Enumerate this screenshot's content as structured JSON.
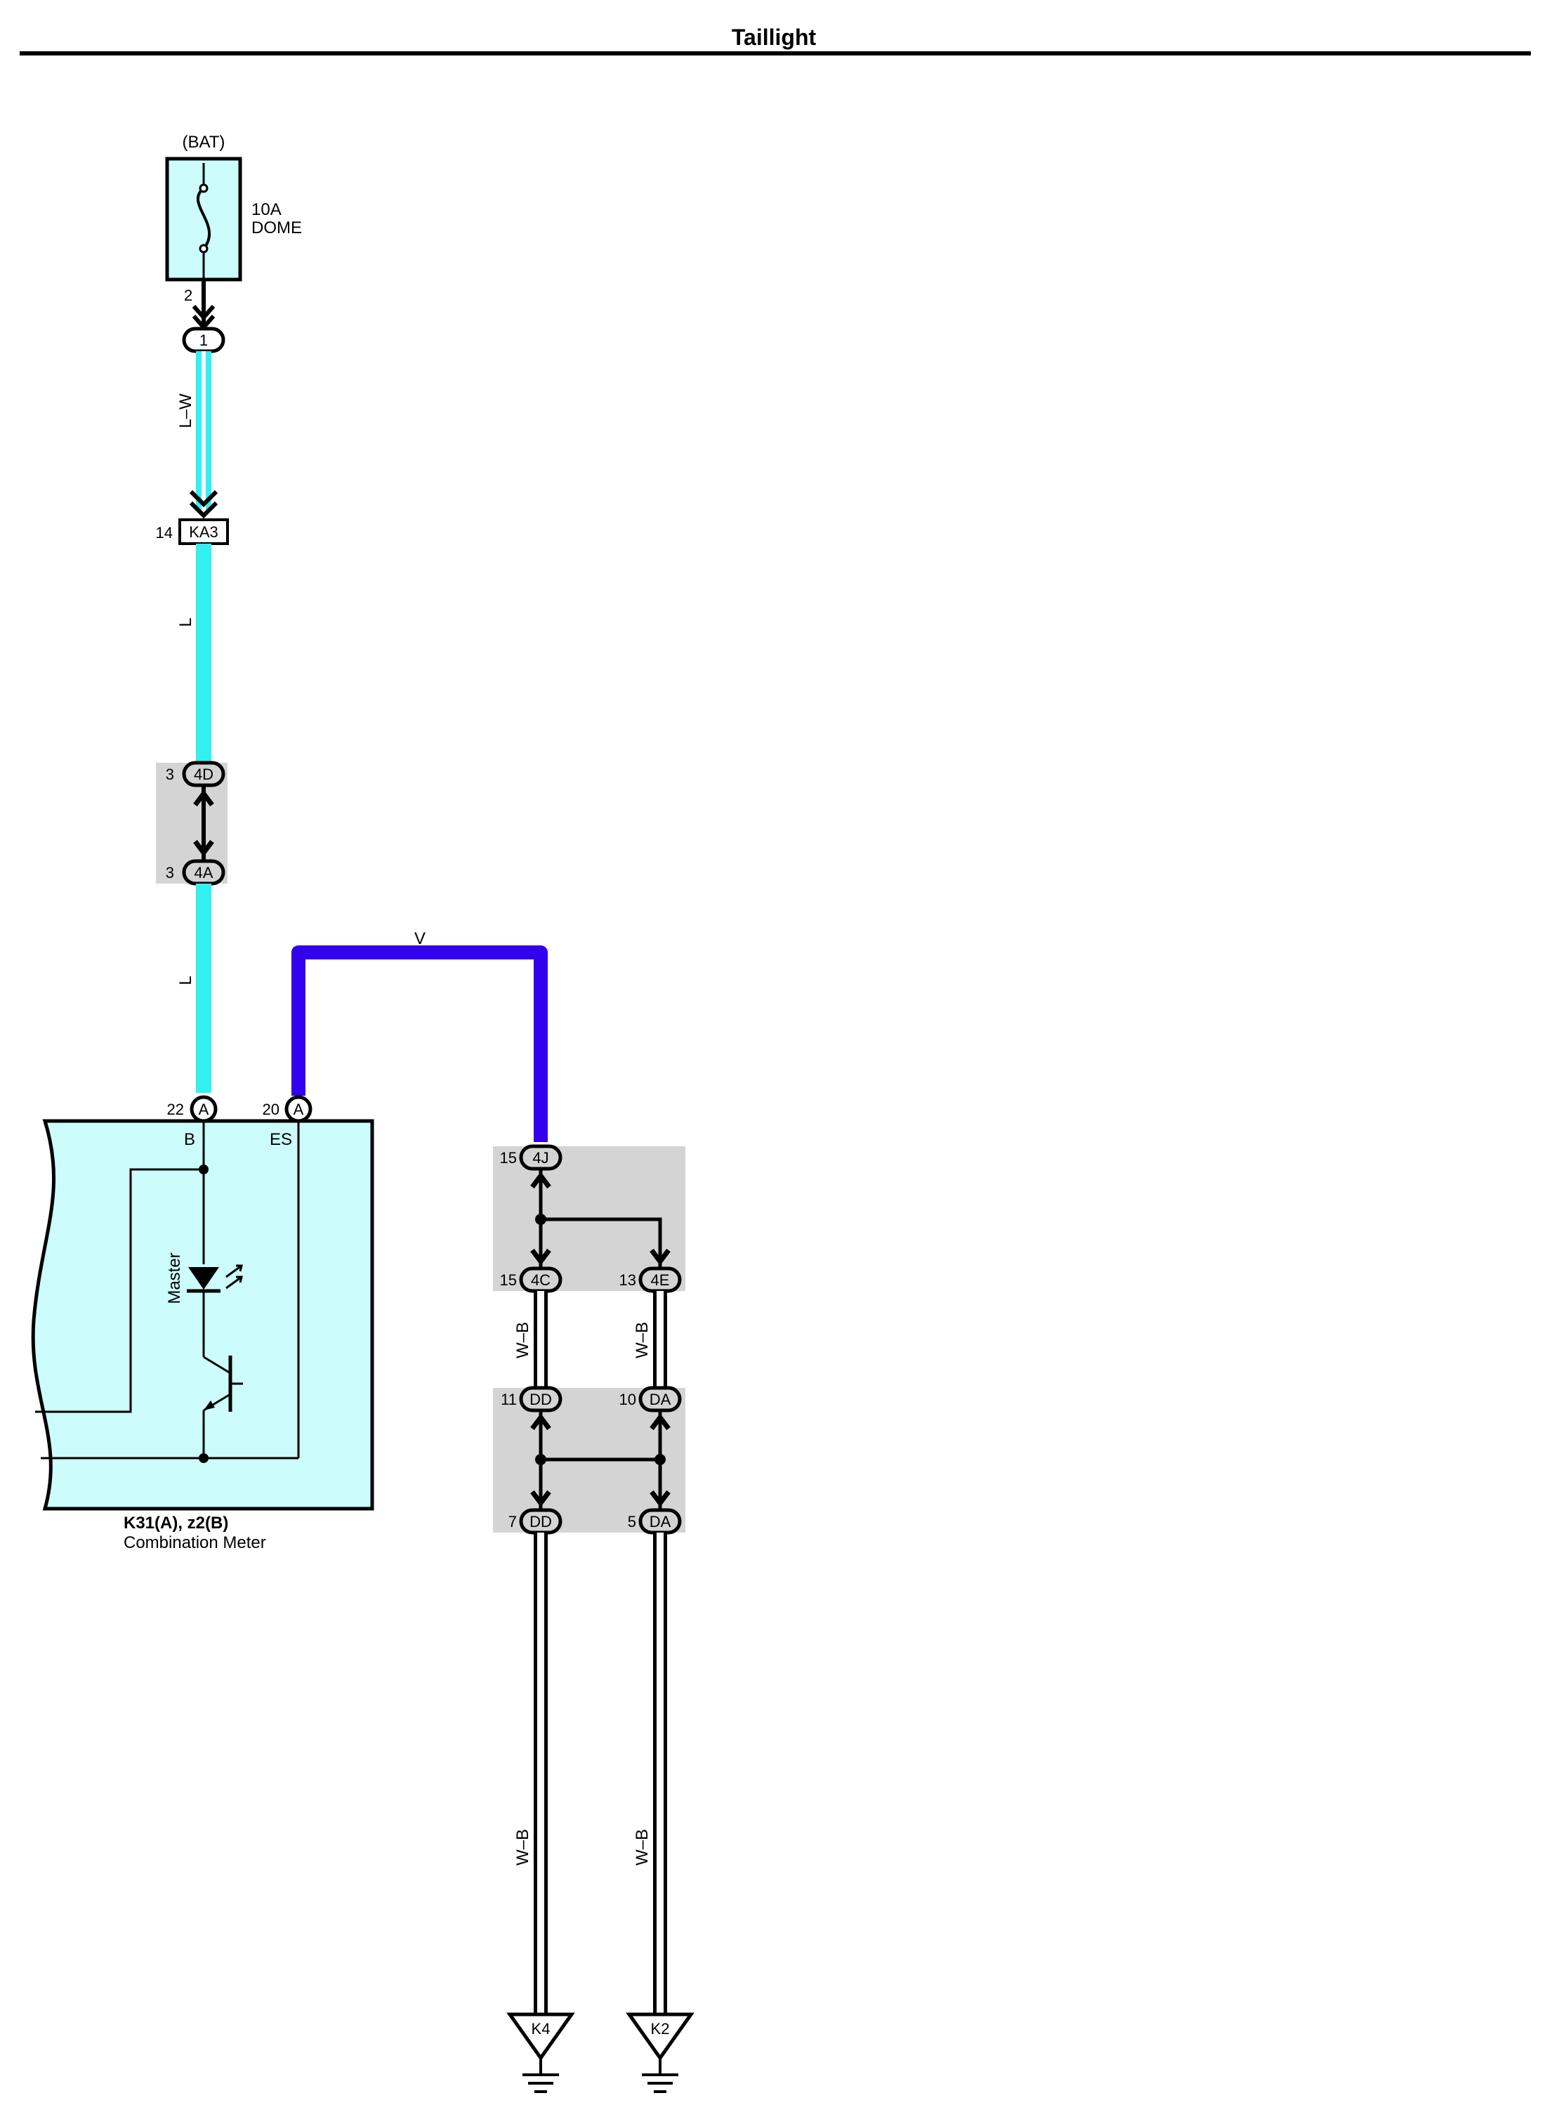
{
  "title": "Taillight",
  "colors": {
    "wire_L": "#33f0f0",
    "wire_V": "#3300ee",
    "ecu_fill": "#ccfcfc",
    "connector_shade": "#d4d4d4",
    "wire_WB_core": "#ffffff",
    "wire_black": "#000000"
  },
  "power": {
    "source": "(BAT)",
    "fuse_rating": "10A",
    "fuse_name": "DOME",
    "fuse_pin": "2"
  },
  "connectors": {
    "j1": {
      "code": "1"
    },
    "ka3": {
      "code": "KA3",
      "pin": "14"
    },
    "c4d": {
      "code": "4D",
      "pin": "3"
    },
    "c4a": {
      "code": "4A",
      "pin": "3"
    },
    "c4j": {
      "code": "4J",
      "pin": "15"
    },
    "c4c": {
      "code": "4C",
      "pin": "15"
    },
    "c4e": {
      "code": "4E",
      "pin": "13"
    },
    "cdd1": {
      "code": "DD",
      "pin": "11"
    },
    "cda1": {
      "code": "DA",
      "pin": "10"
    },
    "cdd2": {
      "code": "DD",
      "pin": "7"
    },
    "cda2": {
      "code": "DA",
      "pin": "5"
    }
  },
  "wires": {
    "lw": "L–W",
    "l1": "L",
    "l2": "L",
    "v": "V",
    "wb1": "W–B",
    "wb2": "W–B",
    "wb3": "W–B",
    "wb4": "W–B"
  },
  "meter": {
    "pin_b_num": "22",
    "pin_b_conn": "A",
    "pin_b_name": "B",
    "pin_es_num": "20",
    "pin_es_conn": "A",
    "pin_es_name": "ES",
    "led_label": "Master",
    "code": "K31(A), z2(B)",
    "name": "Combination Meter"
  },
  "grounds": {
    "k4": "K4",
    "k2": "K2"
  }
}
